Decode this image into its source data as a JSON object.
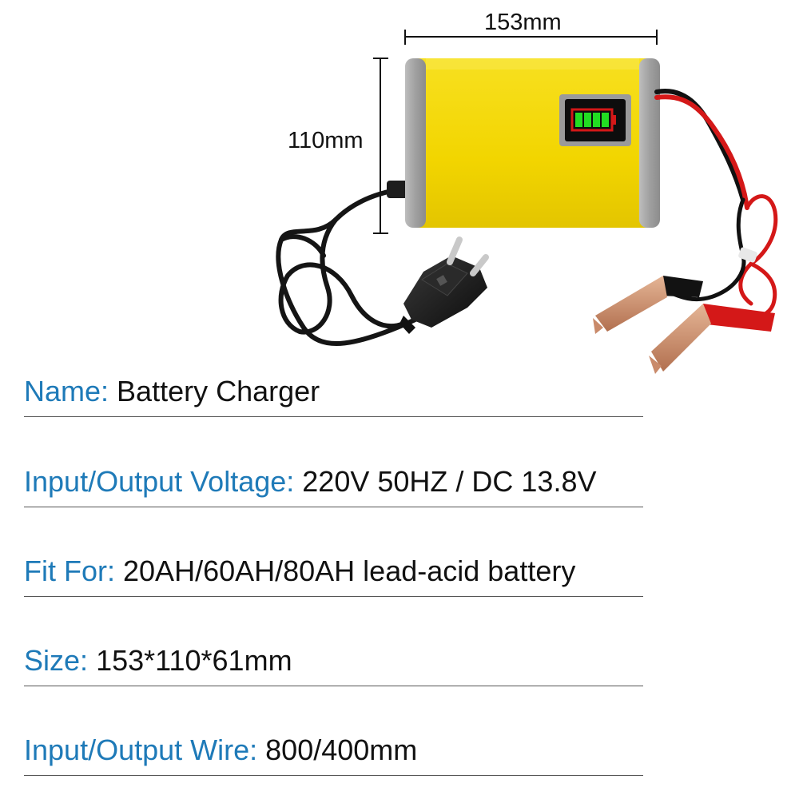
{
  "dimensions": {
    "width_label": "153mm",
    "height_label": "110mm"
  },
  "colors": {
    "key_text": "#1e7ab8",
    "value_text": "#111111",
    "housing": "#f2d500",
    "end_cap": "#a9a9a9",
    "indicator_green": "#22dd22",
    "cable_red": "#d41818",
    "cable_black": "#111111",
    "clamp_copper": "#c98a6a"
  },
  "specs": [
    {
      "key": "Name:",
      "value": "Battery Charger"
    },
    {
      "key": "Input/Output Voltage:",
      "value": "220V 50HZ / DC 13.8V"
    },
    {
      "key": "Fit For:",
      "value": "20AH/60AH/80AH lead-acid battery"
    },
    {
      "key": "Size:",
      "value": "153*110*61mm"
    },
    {
      "key": "Input/Output Wire:",
      "value": "800/400mm"
    }
  ]
}
